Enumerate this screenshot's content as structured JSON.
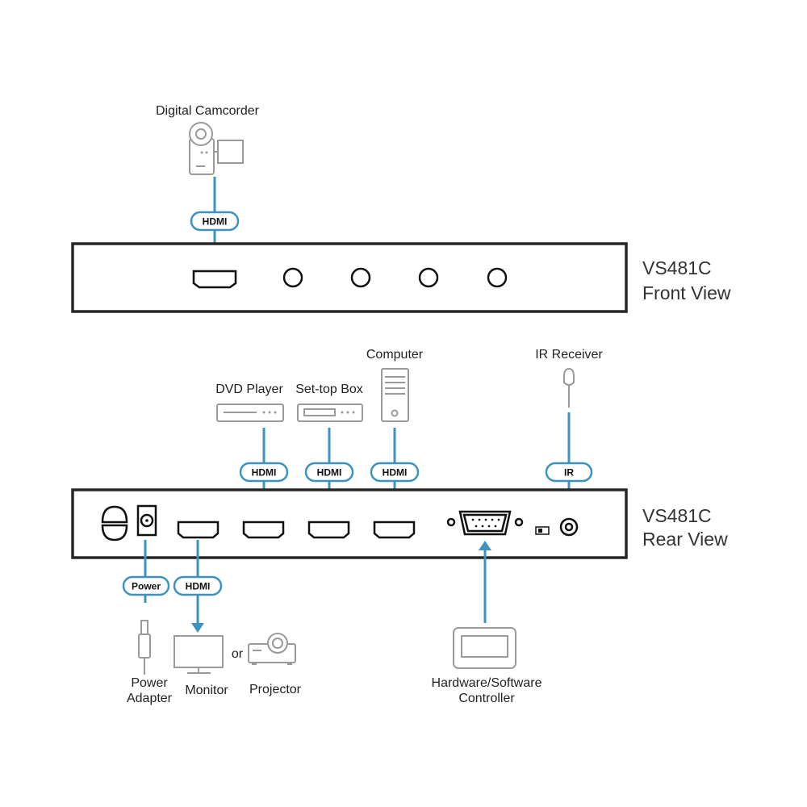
{
  "colors": {
    "cable": "#3d93bd",
    "panel_outline": "#262626",
    "device_outline": "#9a9a9a"
  },
  "front_view": {
    "model": "VS481C",
    "view": "Front View",
    "source": {
      "label": "Digital Camcorder",
      "cable": "HDMI",
      "icon": "camcorder-icon"
    },
    "buttons": 4
  },
  "rear_view": {
    "model": "VS481C",
    "view": "Rear View",
    "sources": [
      {
        "label": "DVD Player",
        "cable": "HDMI",
        "icon": "dvd-player-icon"
      },
      {
        "label": "Set-top Box",
        "cable": "HDMI",
        "icon": "set-top-box-icon"
      },
      {
        "label": "Computer",
        "cable": "HDMI",
        "icon": "computer-tower-icon"
      },
      {
        "label": "IR Receiver",
        "cable": "IR",
        "icon": "ir-receiver-icon"
      }
    ],
    "outputs": {
      "power": {
        "cable": "Power",
        "label_line1": "Power",
        "label_line2": "Adapter",
        "icon": "power-adapter-icon"
      },
      "display": {
        "cable": "HDMI",
        "monitor": "Monitor",
        "or": "or",
        "projector": "Projector"
      },
      "controller": {
        "label_line1": "Hardware/Software",
        "label_line2": "Controller",
        "icon": "laptop-controller-icon"
      }
    }
  }
}
